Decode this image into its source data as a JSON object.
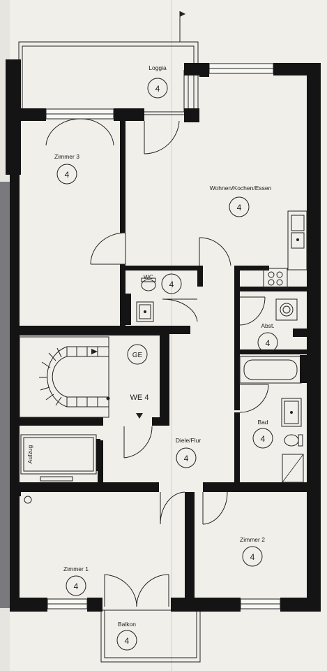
{
  "plan": {
    "rooms": {
      "loggia": {
        "name": "Loggia",
        "num": "4"
      },
      "zimmer3": {
        "name": "Zimmer 3",
        "num": "4"
      },
      "wohnen": {
        "name": "Wohnen/Kochen/Essen",
        "num": "4"
      },
      "wc": {
        "name": "WC",
        "num": "4"
      },
      "abst": {
        "name": "Abst.",
        "num": "4"
      },
      "bad": {
        "name": "Bad",
        "num": "4"
      },
      "diele": {
        "name": "Diele/Flur",
        "num": "4"
      },
      "zimmer2": {
        "name": "Zimmer 2",
        "num": "4"
      },
      "zimmer1": {
        "name": "Zimmer 1",
        "num": "4"
      },
      "balkon": {
        "name": "Balkon",
        "num": "4"
      }
    },
    "unit_label": "WE 4",
    "ge_label": "GE",
    "elevator_label": "Aufzug",
    "colors": {
      "wall": "#141414",
      "paper": "#f0efe9",
      "background": "#e6e5e0"
    }
  }
}
